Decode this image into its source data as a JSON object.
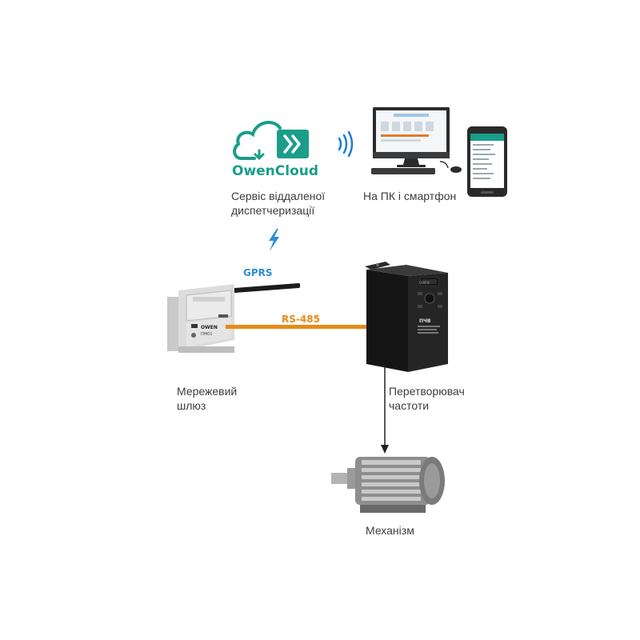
{
  "cloud": {
    "brand": "OwenCloud",
    "caption_line1": "Сервіс віддаленої",
    "caption_line2": "диспетчеризації",
    "color": "#1a9e8a"
  },
  "clients": {
    "caption": "На ПК і смартфон"
  },
  "links": {
    "gprs": "GPRS",
    "rs485": "RS-485",
    "gprs_color": "#2a8fd6",
    "rs485_color": "#e88a18"
  },
  "gateway": {
    "caption_line1": "Мережевий",
    "caption_line2": "шлюз",
    "brand_mark": "OWEN",
    "model": "ПМ01"
  },
  "drive": {
    "caption_line1": "Перетворювач",
    "caption_line2": "частоти",
    "brand_mark": "OWEN",
    "model": "ПЧВ"
  },
  "motor": {
    "caption": "Механізм"
  },
  "icons": [
    "cloud-logo-icon",
    "wifi-waves-icon",
    "lightning-icon",
    "monitor-icon",
    "smartphone-icon",
    "antenna-icon",
    "arrow-down-icon"
  ]
}
